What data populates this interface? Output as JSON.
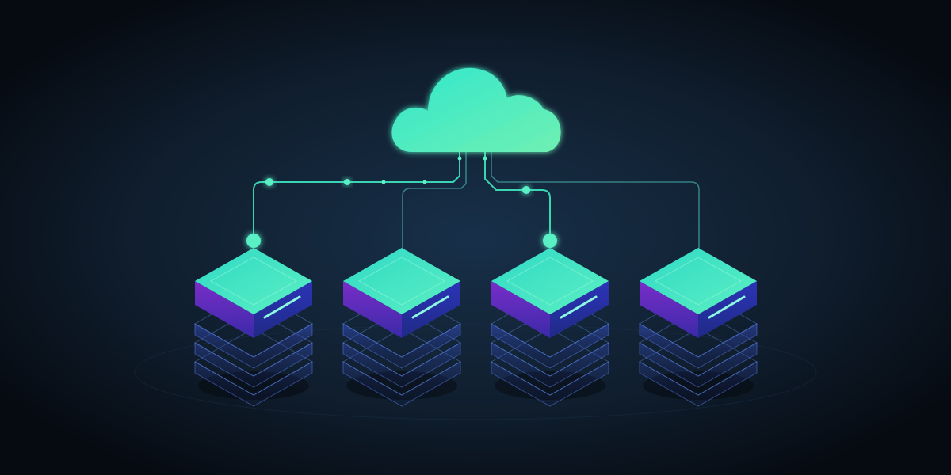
{
  "diagram": {
    "hub": {
      "icon": "cloud-icon"
    },
    "nodes": [
      {
        "icon": "server-stack-icon",
        "connection": "active"
      },
      {
        "icon": "server-stack-icon",
        "connection": "idle"
      },
      {
        "icon": "server-stack-icon",
        "connection": "active"
      },
      {
        "icon": "server-stack-icon",
        "connection": "idle"
      }
    ]
  },
  "colors": {
    "background": "#0b1420",
    "background_glow": "#173049",
    "cloud_start": "#31e7cd",
    "cloud_end": "#6ff0b3",
    "server_top": "#36e6c8",
    "server_side_blue": "#2e2fa6",
    "server_side_purple": "#6a2cc0",
    "line_active": "#3ee8c0",
    "line_idle": "#3b8a8c"
  }
}
